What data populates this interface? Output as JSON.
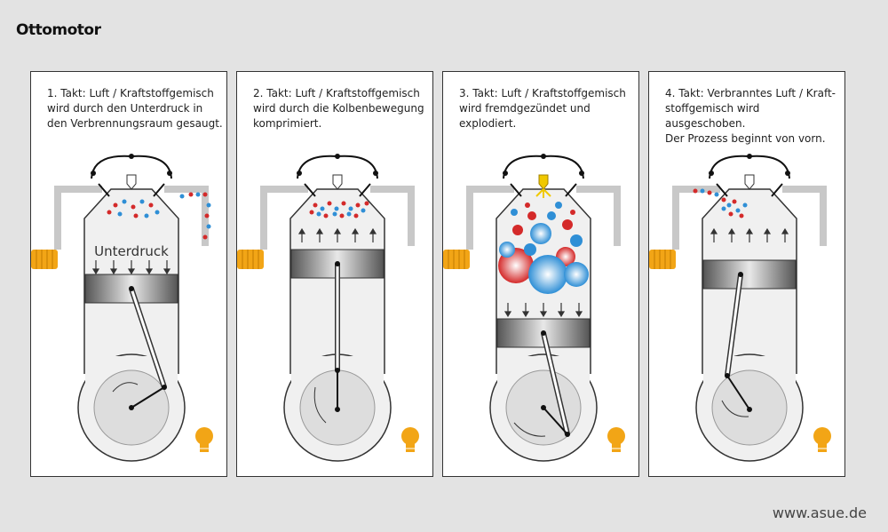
{
  "title": "Ottomotor",
  "footer": "www.asue.de",
  "panels": [
    {
      "caption": "1. Takt: Luft / Kraftstoffgemisch\nwird durch den Unterdruck in\nden Verbrennungsraum gesaugt.",
      "label": "Unterdruck",
      "piston": "down-intake"
    },
    {
      "caption": "2. Takt: Luft / Kraftstoffgemisch\nwird durch die Kolbenbewegung\nkomprimiert.",
      "label": "",
      "piston": "up-compression"
    },
    {
      "caption": "3. Takt: Luft / Kraftstoffgemisch\nwird fremdgezündet und explodiert.",
      "label": "",
      "piston": "down-power"
    },
    {
      "caption": "4. Takt: Verbranntes Luft / Kraft-\nstoffgemisch wird ausgeschoben.\nDer Prozess beginnt von vorn.",
      "label": "",
      "piston": "up-exhaust"
    }
  ],
  "colors": {
    "background": "#e3e3e3",
    "engine_fill": "#f0f0f0",
    "outline": "#333333",
    "pipe": "#c8c8c8",
    "heater": "#f2a516",
    "bulb": "#f2a516",
    "spark": "#f0c800",
    "red_particle": "#d42a2a",
    "blue_particle": "#2f8fd6"
  },
  "icons": [
    "heater-icon",
    "lightbulb-icon",
    "spark-plug-icon"
  ]
}
